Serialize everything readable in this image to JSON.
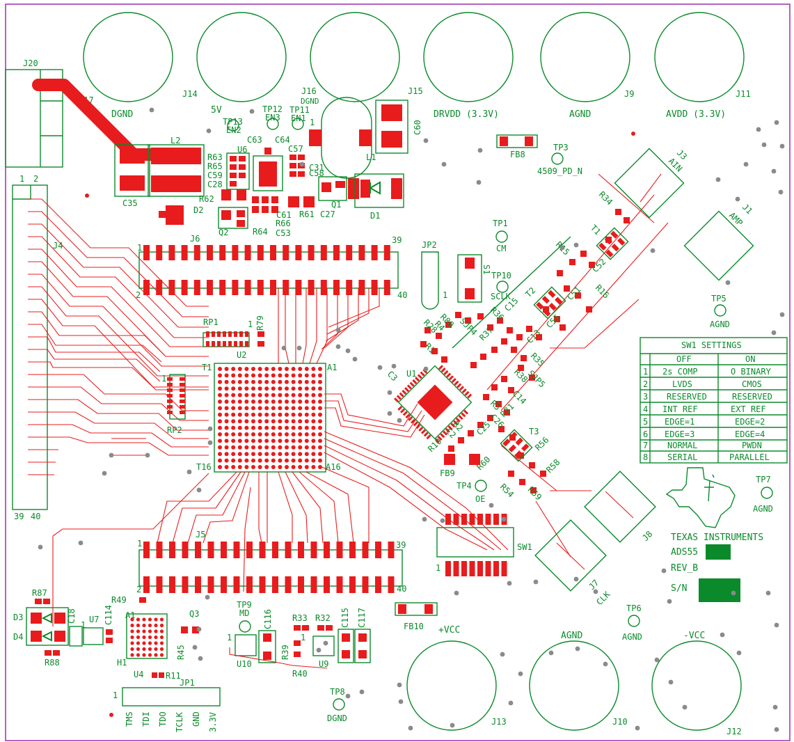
{
  "board": {
    "border_color": "#9b2fae",
    "silk_color": "#0a8a2a",
    "copper_color": "#e81c1c",
    "via_color": "#8a8a8a"
  },
  "connectors": {
    "J20": "J20",
    "J17": "J17",
    "J14": "J14",
    "J16": "J16",
    "J15": "J15",
    "J9": "J9",
    "J11": "J11",
    "J13": "J13",
    "J10": "J10",
    "J12": "J12",
    "J4": "J4",
    "J6": "J6",
    "J5": "J5",
    "J3": "J3",
    "J1": "J1",
    "J8": "J8",
    "J7": "J7"
  },
  "connector_labels": {
    "dgnd": "DGND",
    "five_v": "5V",
    "j16_dgnd": "DGND",
    "drvdd": "DRVDD (3.3V)",
    "agnd": "AGND",
    "avdd": "AVDD (3.3V)",
    "plus_vcc": "+VCC",
    "agnd_bottom": "AGND",
    "minus_vcc": "-VCC",
    "ain": "AIN",
    "amp": "AMP",
    "clk": "CLK"
  },
  "test_points": {
    "tp13": "TP13",
    "tp13_sig": "EN2",
    "tp12": "TP12",
    "tp12_sig": "EN3",
    "tp11": "TP11",
    "tp11_sig": "EN1",
    "tp3": "TP3",
    "tp3_sig": "4509_PD_N",
    "tp1": "TP1",
    "tp1_sig": "CM",
    "tp10": "TP10",
    "tp10_sig": "SCLK",
    "tp5": "TP5",
    "tp5_sig": "AGND",
    "tp4": "TP4",
    "tp4_sig": "OE",
    "tp7": "TP7",
    "tp7_sig": "AGND",
    "tp9": "TP9",
    "tp9_sig": "MD",
    "tp6": "TP6",
    "tp6_sig": "AGND",
    "tp8": "TP8",
    "tp8_sig": "DGND"
  },
  "components": {
    "L2": "L2",
    "C35": "C35",
    "D2": "D2",
    "Q2": "Q2",
    "R62": "R62",
    "R63": "R63",
    "R65": "R65",
    "C28": "C28",
    "C59": "C59",
    "U6": "U6",
    "C63": "C63",
    "C64": "C64",
    "C57": "C57",
    "C31": "C31",
    "C58": "C58",
    "C61": "C61",
    "R66": "R66",
    "R64": "R64",
    "C53": "C53",
    "R61": "R61",
    "C27": "C27",
    "Q1": "Q1",
    "L1": "L1",
    "C60": "C60",
    "D1": "D1",
    "FB8": "FB8",
    "JP2": "JP2",
    "S1": "S1",
    "RP1": "RP1",
    "R79": "R79",
    "U2": "U2",
    "RP2": "RP2",
    "U1": "U1",
    "T1_bga": "T1",
    "A1_bga": "A1",
    "T16": "T16",
    "A16": "A16",
    "FB9": "FB9",
    "R10": "R10",
    "C3": "C3",
    "SW1": "SW1",
    "T1": "T1",
    "T2": "T2",
    "T3": "T3",
    "R34": "R34",
    "R15": "R15",
    "C52": "C52",
    "R16": "R16",
    "C51": "C51",
    "C55": "C55",
    "C15": "C15",
    "R36": "R36",
    "R80": "R80",
    "R28": "R28",
    "R4": "R4",
    "R1": "R1",
    "SJP4": "SJP4",
    "R37": "R37",
    "C13": "C13",
    "R35": "R35",
    "R38": "R38",
    "SJP5": "SJP5",
    "C14": "C14",
    "R5": "R5",
    "C26": "C26",
    "R31": "R31",
    "C25": "C25",
    "R56": "R56",
    "R58": "R58",
    "R60": "R60",
    "R54": "R54",
    "R59": "R59",
    "R2": "R2",
    "C2": "C2",
    "R87": "R87",
    "D3": "D3",
    "D4": "D4",
    "R88": "R88",
    "C18": "C18",
    "U7": "U7",
    "C114": "C114",
    "R49": "R49",
    "A1_u4": "A1",
    "H1": "H1",
    "Q3": "Q3",
    "R45": "R45",
    "U4": "U4",
    "R11": "R11",
    "JP1": "JP1",
    "C116": "C116",
    "U10": "U10",
    "R33": "R33",
    "R32": "R32",
    "C115": "C115",
    "C117": "C117",
    "R39": "R39",
    "R40": "R40",
    "U9": "U9",
    "FB10": "FB10"
  },
  "pin_numbers": {
    "one": "1",
    "two": "2",
    "thirtynine": "39",
    "forty": "40"
  },
  "jtag_labels": [
    "TMS",
    "TDI",
    "TDO",
    "TCLK",
    "GND",
    "3.3V"
  ],
  "sw1_settings": {
    "title": "SW1 SETTINGS",
    "col_off": "OFF",
    "col_on": "ON",
    "rows": [
      {
        "n": "1",
        "off": "2s COMP",
        "on": "O BINARY"
      },
      {
        "n": "2",
        "off": "LVDS",
        "on": "CMOS"
      },
      {
        "n": "3",
        "off": "RESERVED",
        "on": "RESERVED"
      },
      {
        "n": "4",
        "off": "INT REF",
        "on": "EXT REF"
      },
      {
        "n": "5",
        "off": "EDGE=1",
        "on": "EDGE=2"
      },
      {
        "n": "6",
        "off": "EDGE=3",
        "on": "EDGE=4"
      },
      {
        "n": "7",
        "off": "NORMAL",
        "on": "PWDN"
      },
      {
        "n": "8",
        "off": "SERIAL",
        "on": "PARALLEL"
      }
    ]
  },
  "branding": {
    "company": "TEXAS INSTRUMENTS",
    "part": "ADS55",
    "rev": "REV_B",
    "sn": "S/N",
    "logo_icon": "texas-instruments-logo-icon"
  }
}
